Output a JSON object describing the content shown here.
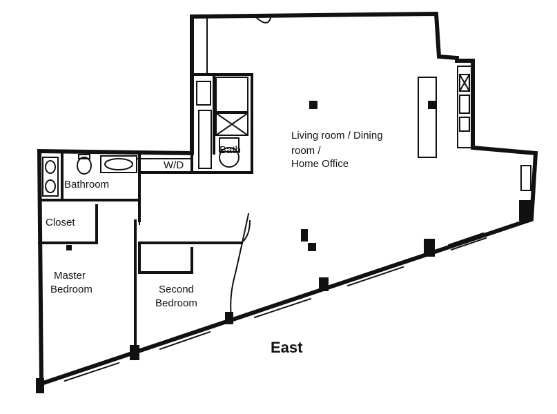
{
  "rooms": {
    "living": {
      "line1": "Living room / Dining",
      "line2": "room /",
      "line3": "Home Office"
    },
    "bath": "Bath",
    "wd": "W/D",
    "bathroom": "Bathroom",
    "closet": "Closet",
    "master": {
      "line1": "Master",
      "line2": "Bedroom"
    },
    "second": {
      "line1": "Second",
      "line2": "Bedroom"
    }
  },
  "orientation_label": "East"
}
